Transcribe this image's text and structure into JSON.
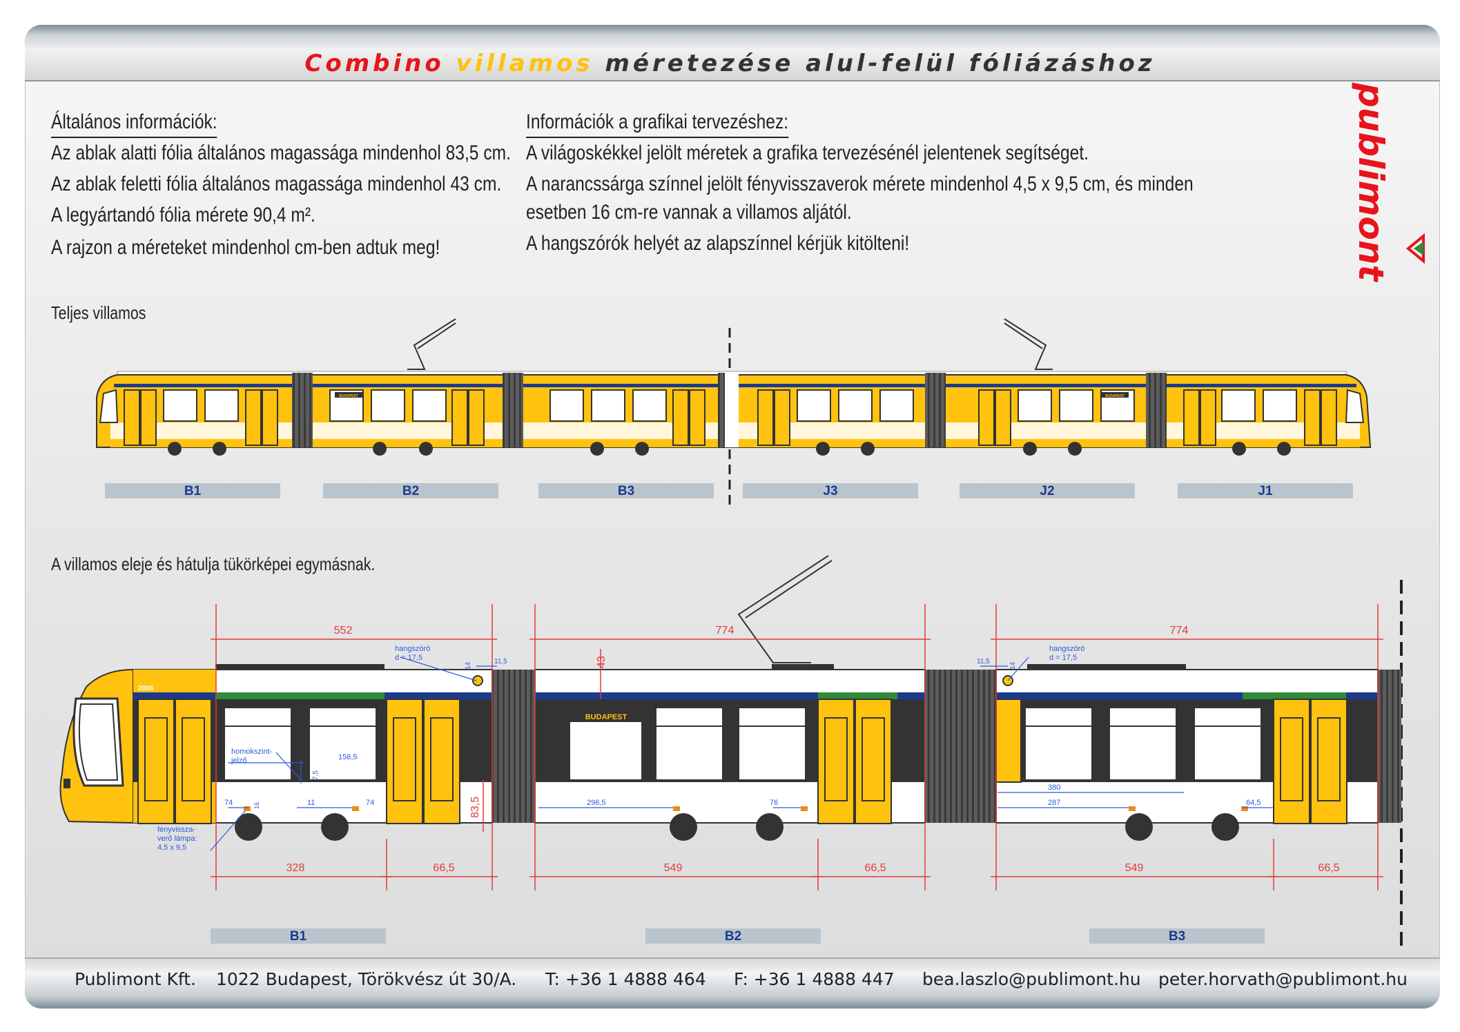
{
  "title": {
    "part1": "Combino",
    "part2": "villamos",
    "part3": "méretezése alul-felül fóliázáshoz"
  },
  "logo": {
    "text": "publimont"
  },
  "general": {
    "heading": "Általános információk:",
    "lines": [
      "Az ablak alatti fólia általános magassága mindenhol 83,5 cm.",
      "Az ablak feletti fólia általános magassága mindenhol 43 cm.",
      "A legyártandó fólia mérete 90,4 m²."
    ],
    "line4": "A rajzon a méreteket mindenhol cm-ben adtuk meg!"
  },
  "graphic": {
    "heading": "Információk a grafikai tervezéshez:",
    "lines": [
      "A világoskékkel jelölt méretek a grafika tervezésénél jelentenek segítséget.",
      "A narancssárga színnel jelölt fényvisszaverok mérete mindenhol 4,5 x 9,5 cm, és minden",
      "esetben 16 cm-re vannak a villamos aljától.",
      "A hangszórók helyét az alapszínnel kérjük kitölteni!"
    ]
  },
  "section1": {
    "caption": "Teljes villamos",
    "segments": [
      "B1",
      "B2",
      "B3",
      "J3",
      "J2",
      "J1"
    ]
  },
  "section2": {
    "caption": "A villamos eleje és hátulja tükörképei egymásnak.",
    "segments": [
      "B1",
      "B2",
      "B3"
    ],
    "dims_top": [
      "552",
      "774",
      "774"
    ],
    "dims_bottom": [
      "328",
      "66,5",
      "549",
      "66,5",
      "549",
      "66,5"
    ],
    "dims_side": [
      "43",
      "83,5"
    ],
    "dims_small": [
      "11,5",
      "11,5",
      "14",
      "14",
      "7,5",
      "158,5",
      "74",
      "16",
      "11",
      "74",
      "296,5",
      "76",
      "380",
      "287",
      "64,5"
    ],
    "notes": {
      "speaker1": "hangszóró",
      "speaker1_d": "d = 17,5",
      "speaker2": "hangszóró",
      "speaker2_d": "d = 17,5",
      "sand1": "homokszint-",
      "sand2": "jelző",
      "refl1": "fényvissza-",
      "refl2": "verő lámpa:",
      "refl3": "4,5 x 9,5"
    },
    "destination": "BUDAPEST",
    "number": "2006"
  },
  "small_tram": {
    "destination": "BUDAPEST"
  },
  "footer": {
    "company": "Publimont Kft.",
    "address": "1022 Budapest, Törökvész út 30/A.",
    "phone": "T: +36 1 4888 464",
    "fax": "F: +36 1 4888 447",
    "email1": "bea.laszlo@publimont.hu",
    "email2": "peter.horvath@publimont.hu"
  },
  "colors": {
    "yellow": "#ffc20e",
    "blue": "#1c3a8c",
    "green": "#2f8a3a",
    "red": "#e8141b",
    "dim_red": "#e23b3b",
    "dim_blue": "#2a5bd7",
    "reflector": "#f08a1c"
  }
}
